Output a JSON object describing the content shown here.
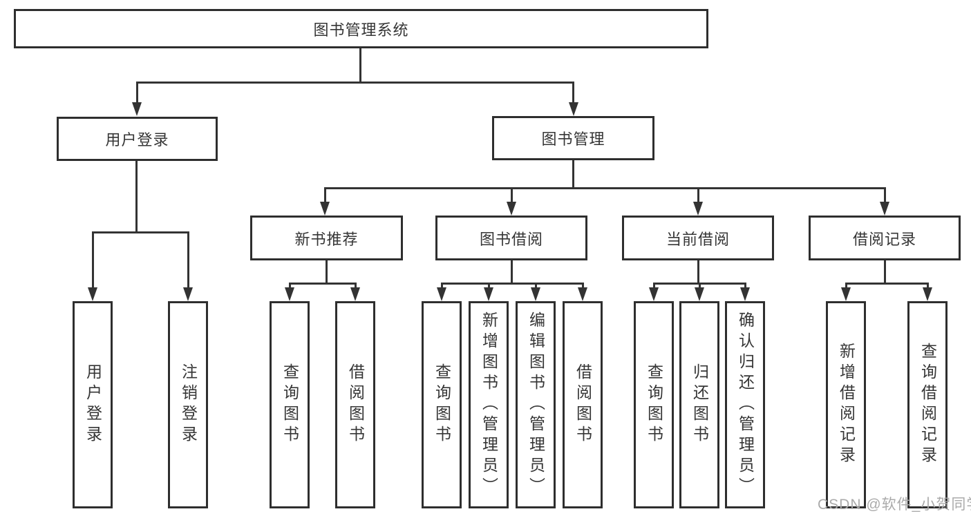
{
  "diagram_title": "图书管理系统",
  "tree": {
    "root": {
      "id": "library-management-system",
      "label": "图书管理系统"
    },
    "children": [
      {
        "id": "user-login",
        "label": "用户登录",
        "children": [
          {
            "id": "leaf-user-login",
            "label": "用户登录"
          },
          {
            "id": "leaf-logout",
            "label": "注销登录"
          }
        ]
      },
      {
        "id": "book-management",
        "label": "图书管理",
        "children": [
          {
            "id": "new-book-recommendation",
            "label": "新书推荐",
            "children": [
              {
                "id": "leaf-query-books",
                "label": "查询图书"
              },
              {
                "id": "leaf-borrow-books",
                "label": "借阅图书"
              }
            ]
          },
          {
            "id": "book-borrowing",
            "label": "图书借阅",
            "children": [
              {
                "id": "leaf-query-books",
                "label": "查询图书"
              },
              {
                "id": "leaf-add-books-admin",
                "label": "新增图书（管理员）"
              },
              {
                "id": "leaf-edit-books-admin",
                "label": "编辑图书（管理员）"
              },
              {
                "id": "leaf-borrow-books",
                "label": "借阅图书"
              }
            ]
          },
          {
            "id": "current-borrowing",
            "label": "当前借阅",
            "children": [
              {
                "id": "leaf-query-books",
                "label": "查询图书"
              },
              {
                "id": "leaf-return-books",
                "label": "归还图书"
              },
              {
                "id": "leaf-confirm-return-admin",
                "label": "确认归还（管理员）"
              }
            ]
          },
          {
            "id": "borrowing-records",
            "label": "借阅记录",
            "children": [
              {
                "id": "leaf-add-borrow-record",
                "label": "新增借阅记录"
              },
              {
                "id": "leaf-query-borrow-record",
                "label": "查询借阅记录"
              }
            ]
          }
        ]
      }
    ]
  },
  "watermark": {
    "text": "CSDN @软件_小贺同学",
    "color": "#aaaaaa"
  },
  "colors": {
    "line": "#333333",
    "box_border": "#2e2e2e",
    "text": "#353535",
    "background": "#ffffff"
  }
}
